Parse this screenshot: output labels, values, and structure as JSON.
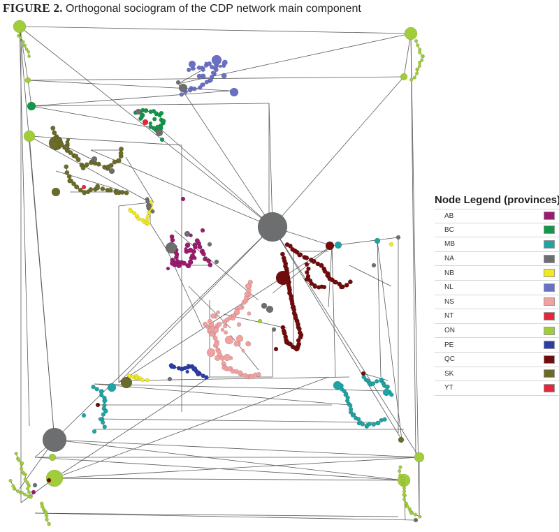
{
  "caption": {
    "label": "FIGURE 2.",
    "title": "Orthogonal sociogram of the CDP network main component"
  },
  "legend": {
    "title": "Node Legend (provinces)",
    "items": [
      {
        "code": "AB",
        "color": "#9b1b6e"
      },
      {
        "code": "BC",
        "color": "#12964a"
      },
      {
        "code": "MB",
        "color": "#1fa3a3"
      },
      {
        "code": "NA",
        "color": "#6d6e70"
      },
      {
        "code": "NB",
        "color": "#f2ea1e"
      },
      {
        "code": "NL",
        "color": "#6a70c6"
      },
      {
        "code": "NS",
        "color": "#f0a1a0"
      },
      {
        "code": "NT",
        "color": "#e8253a"
      },
      {
        "code": "ON",
        "color": "#a2cd3a"
      },
      {
        "code": "PE",
        "color": "#2b3ea6"
      },
      {
        "code": "QC",
        "color": "#720c0c"
      },
      {
        "code": "SK",
        "color": "#6b6b2a"
      },
      {
        "code": "YT",
        "color": "#e8253a"
      }
    ]
  }
}
